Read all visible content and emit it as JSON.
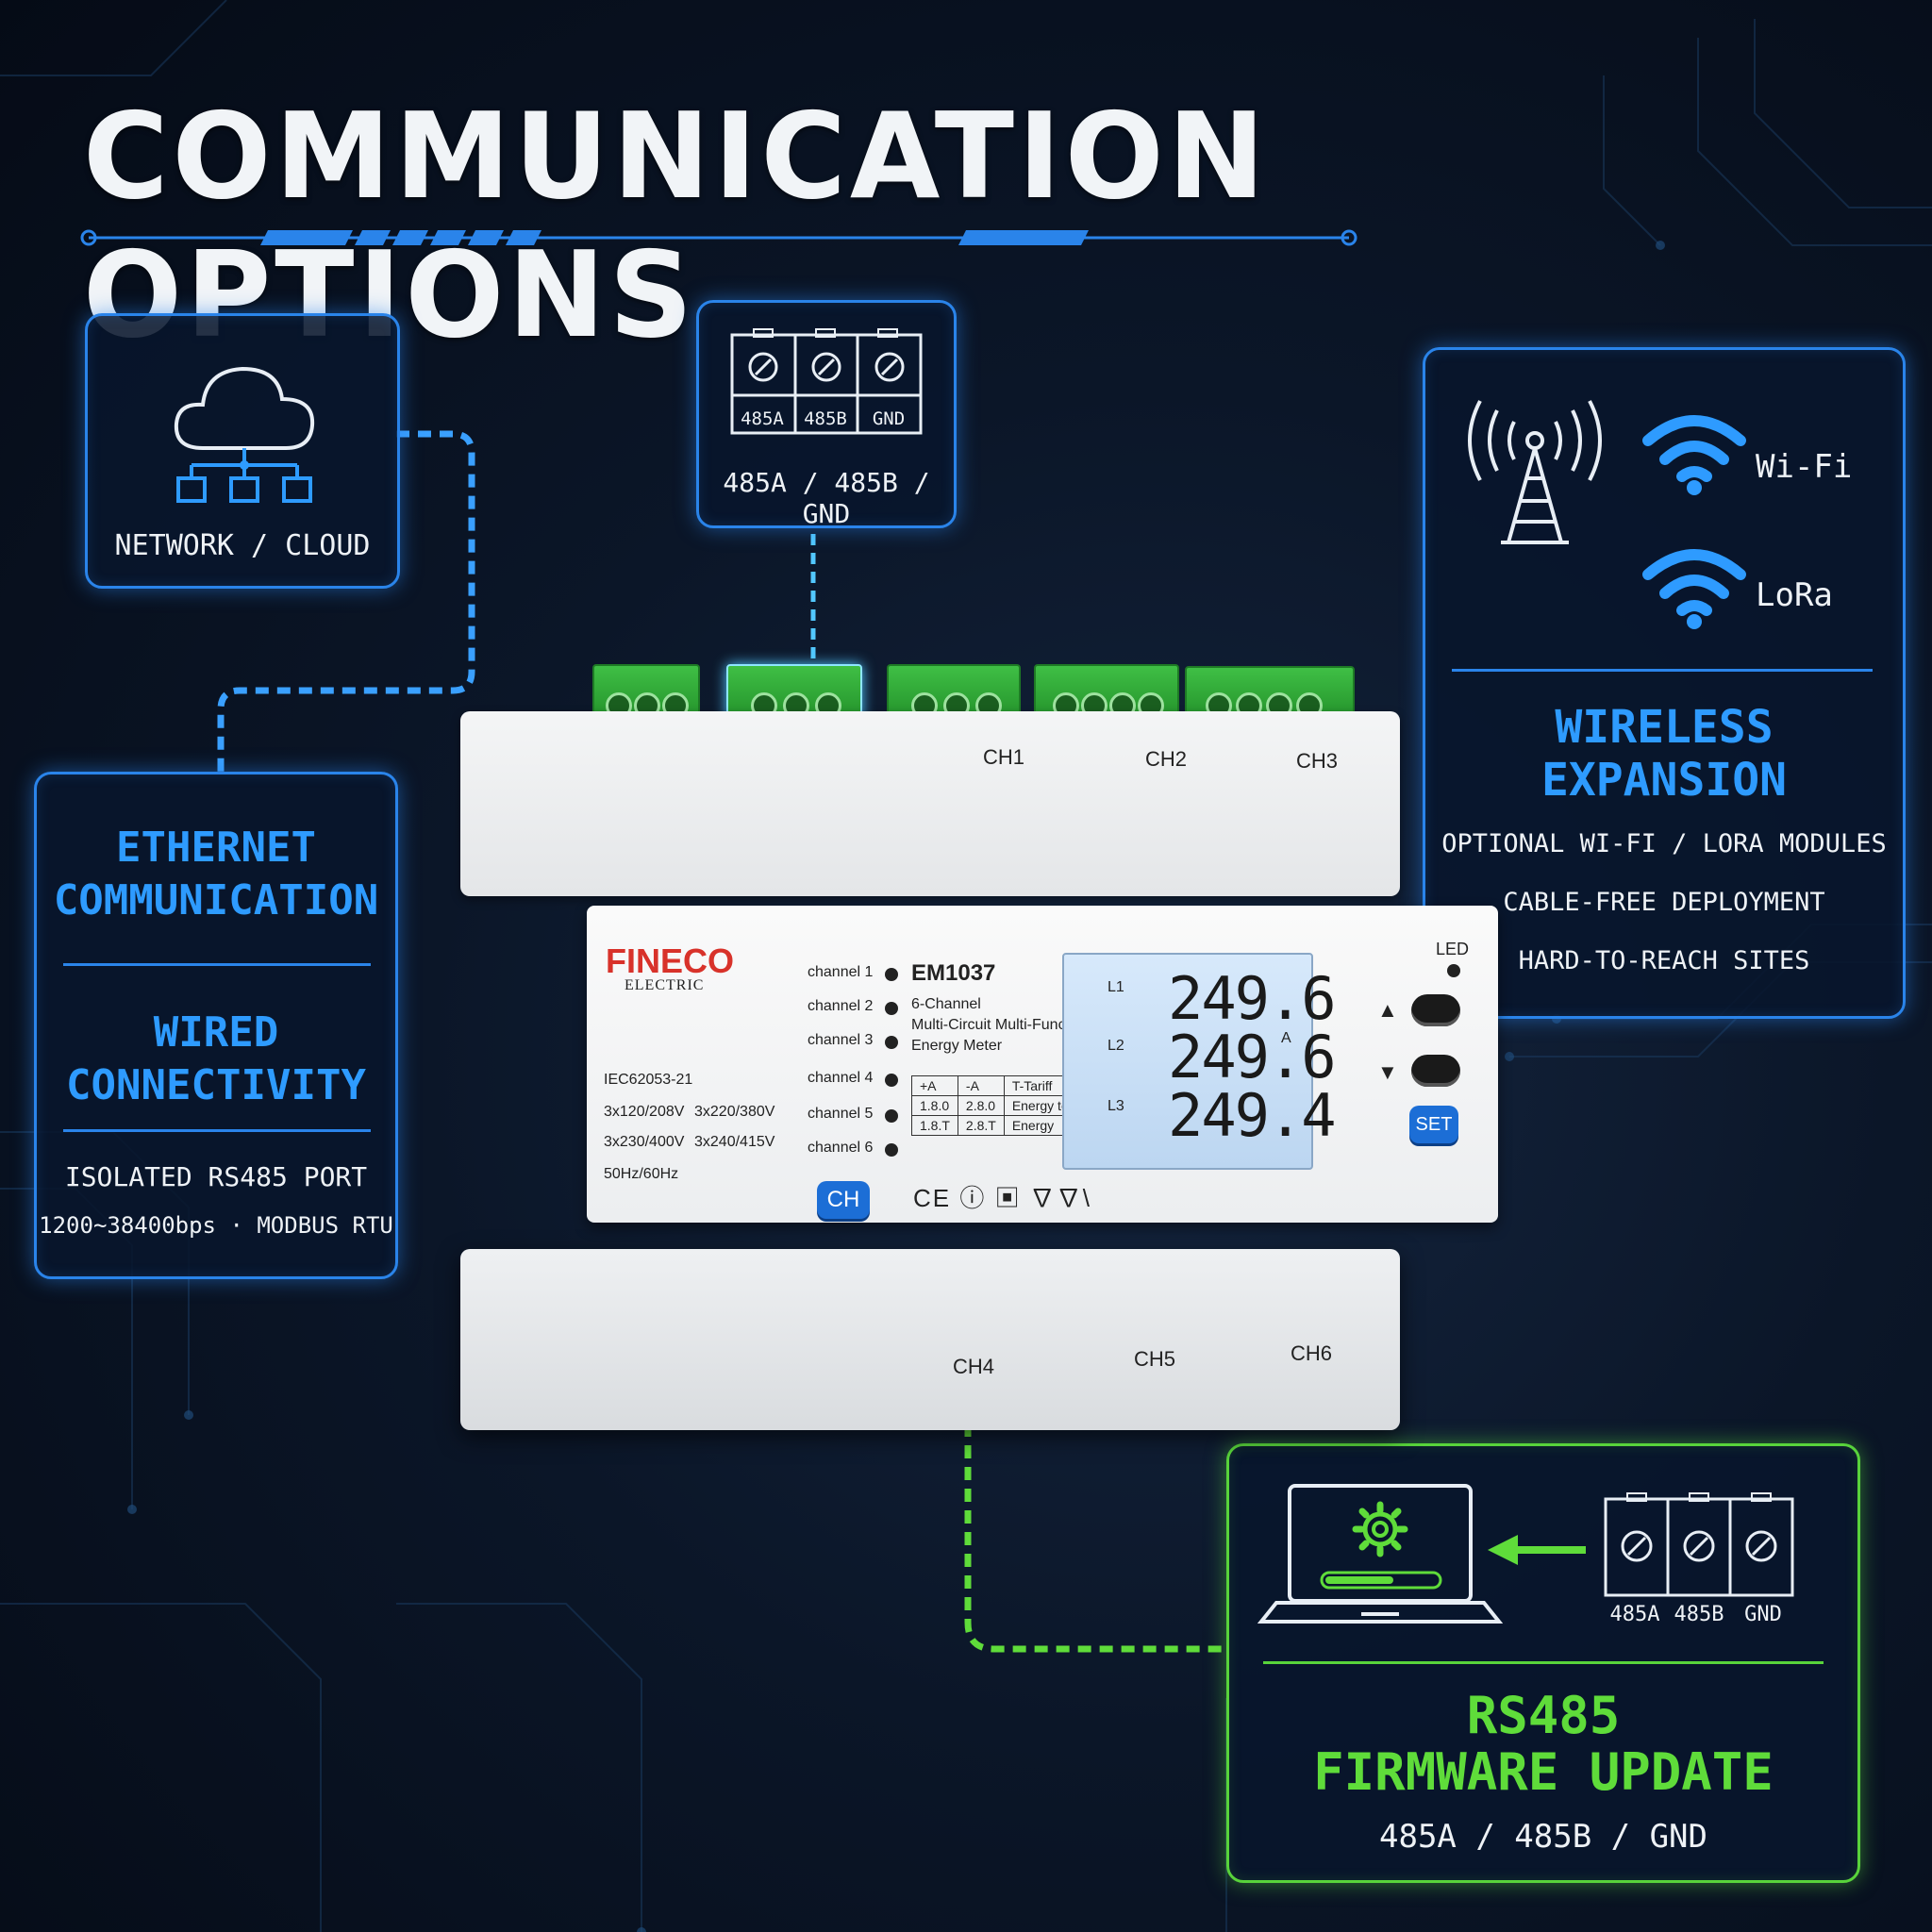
{
  "title": "COMMUNICATION OPTIONS",
  "network": {
    "label": "NETWORK / CLOUD",
    "icon": "cloud-network-icon"
  },
  "terminal_top": {
    "pins": [
      "485A",
      "485B",
      "GND"
    ],
    "caption": "485A / 485B / GND"
  },
  "ethernet": {
    "heading1": "ETHERNET",
    "heading2": "COMMUNICATION",
    "heading3": "WIRED",
    "heading4": "CONNECTIVITY",
    "line1": "ISOLATED RS485 PORT",
    "line2": "1200~38400bps · MODBUS RTU"
  },
  "wireless": {
    "wifi_label": "Wi-Fi",
    "lora_label": "LoRa",
    "heading1": "WIRELESS",
    "heading2": "EXPANSION",
    "line1": "OPTIONAL WI-FI / LORA MODULES",
    "line2": "CABLE-FREE DEPLOYMENT",
    "line3": "HARD-TO-REACH SITES"
  },
  "firmware": {
    "pins": [
      "485A",
      "485B",
      "GND"
    ],
    "heading1": "RS485",
    "heading2": "FIRMWARE UPDATE",
    "caption": "485A / 485B / GND"
  },
  "meter": {
    "brand": "FINECO",
    "brand_sub": "ELECTRIC",
    "model": "EM1037",
    "desc1": "6-Channel",
    "desc2": "Multi-Circuit Multi-Function",
    "desc3": "Energy Meter",
    "standard": "IEC62053-21",
    "volt1a": "3x120/208V",
    "volt1b": "3x220/380V",
    "volt2a": "3x230/400V",
    "volt2b": "3x240/415V",
    "freq": "50Hz/60Hz",
    "channels": [
      "channel 1",
      "channel 2",
      "channel 3",
      "channel 4",
      "channel 5",
      "channel 6"
    ],
    "ch_button": "CH",
    "set_button": "SET",
    "led_label": "LED",
    "up_symbol": "▲",
    "down_symbol": "▼",
    "top_channels": [
      "CH1",
      "CH2",
      "CH3"
    ],
    "bottom_channels": [
      "CH4",
      "CH5",
      "CH6"
    ],
    "table": [
      [
        "+A",
        "-A",
        "T-Tariff"
      ],
      [
        "1.8.0",
        "2.8.0",
        "Energy total"
      ],
      [
        "1.8.T",
        "2.8.T",
        "Energy"
      ]
    ],
    "lcd": {
      "l1": "L1",
      "l2": "L2",
      "l3": "L3",
      "v1": "249.6",
      "v2": "249.6",
      "v3": "249.4",
      "unit": "A"
    },
    "cert": "CE ⓘ ▣ ∇∇\\"
  },
  "colors": {
    "blue": "#2a84ea",
    "green": "#58d33b",
    "bg": "#0b1628"
  }
}
